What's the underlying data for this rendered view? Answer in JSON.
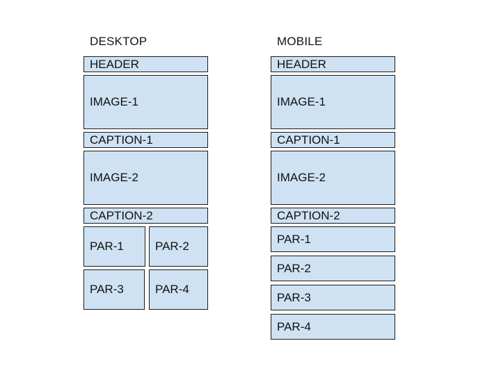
{
  "desktop": {
    "title": "DESKTOP",
    "header": "HEADER",
    "image_1": "IMAGE-1",
    "caption_1": "CAPTION-1",
    "image_2": "IMAGE-2",
    "caption_2": "CAPTION-2",
    "par_1": "PAR-1",
    "par_2": "PAR-2",
    "par_3": "PAR-3",
    "par_4": "PAR-4"
  },
  "mobile": {
    "title": "MOBILE",
    "header": "HEADER",
    "image_1": "IMAGE-1",
    "caption_1": "CAPTION-1",
    "image_2": "IMAGE-2",
    "caption_2": "CAPTION-2",
    "par_1": "PAR-1",
    "par_2": "PAR-2",
    "par_3": "PAR-3",
    "par_4": "PAR-4"
  },
  "colors": {
    "box_fill": "#cfe2f3",
    "box_border": "#1a1a1a"
  }
}
